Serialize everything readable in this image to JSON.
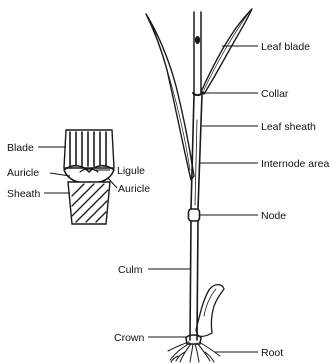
{
  "diagram": {
    "plant_labels": {
      "leaf_blade": "Leaf blade",
      "collar": "Collar",
      "leaf_sheath": "Leaf sheath",
      "internode_area": "Internode area",
      "node": "Node",
      "culm": "Culm",
      "crown": "Crown",
      "root": "Root"
    },
    "inset_labels": {
      "blade": "Blade",
      "auricle_left": "Auricle",
      "ligule": "Ligule",
      "auricle_right": "Auricle",
      "sheath": "Sheath"
    }
  }
}
